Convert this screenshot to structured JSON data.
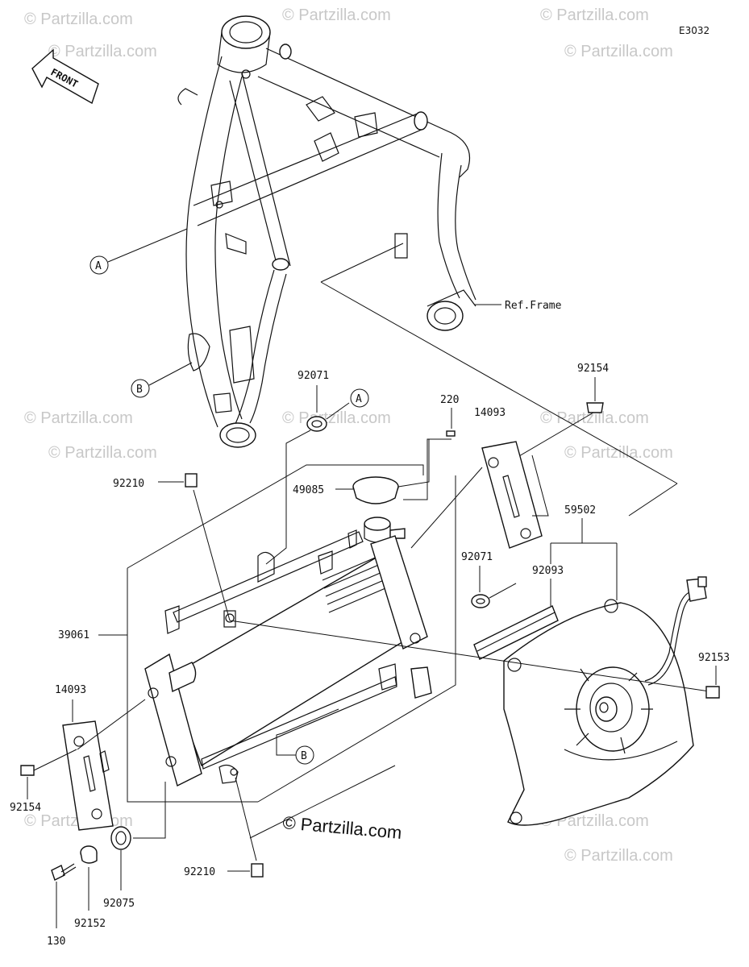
{
  "diagram_code": "E3032",
  "front_label": "FRONT",
  "ref_frame_label": "Ref.Frame",
  "watermark": "© Partzilla.com",
  "brand": "© Partzilla.com",
  "callouts": {
    "A": "A",
    "B": "B"
  },
  "parts": {
    "p92071_top": "92071",
    "p220": "220",
    "p92154_top": "92154",
    "p14093_top": "14093",
    "p92210_top": "92210",
    "p49085": "49085",
    "p59502": "59502",
    "p92071_mid": "92071",
    "p92093": "92093",
    "p39061": "39061",
    "p92153": "92153",
    "p14093_bot": "14093",
    "p92154_bot": "92154",
    "p92210_bot": "92210",
    "p92075": "92075",
    "p92152": "92152",
    "p130": "130"
  }
}
